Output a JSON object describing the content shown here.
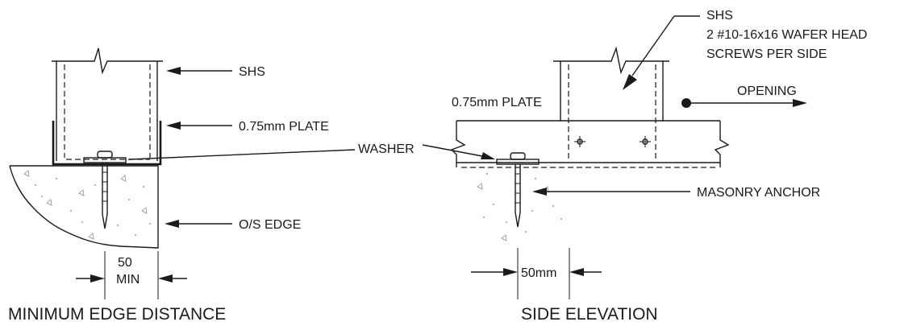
{
  "left_detail": {
    "title": "MINIMUM EDGE DISTANCE",
    "labels": {
      "shs": "SHS",
      "plate": "0.75mm PLATE",
      "washer": "WASHER",
      "edge": "O/S EDGE"
    },
    "dimension": {
      "value": "50",
      "unit": "MIN"
    }
  },
  "right_detail": {
    "title": "SIDE ELEVATION",
    "labels": {
      "shs": "SHS",
      "screws_line1": "2 #10-16x16 WAFER HEAD",
      "screws_line2": "SCREWS PER SIDE",
      "plate": "0.75mm  PLATE",
      "opening": "OPENING",
      "anchor": "MASONRY ANCHOR"
    },
    "dimension": {
      "value": "50mm"
    }
  }
}
